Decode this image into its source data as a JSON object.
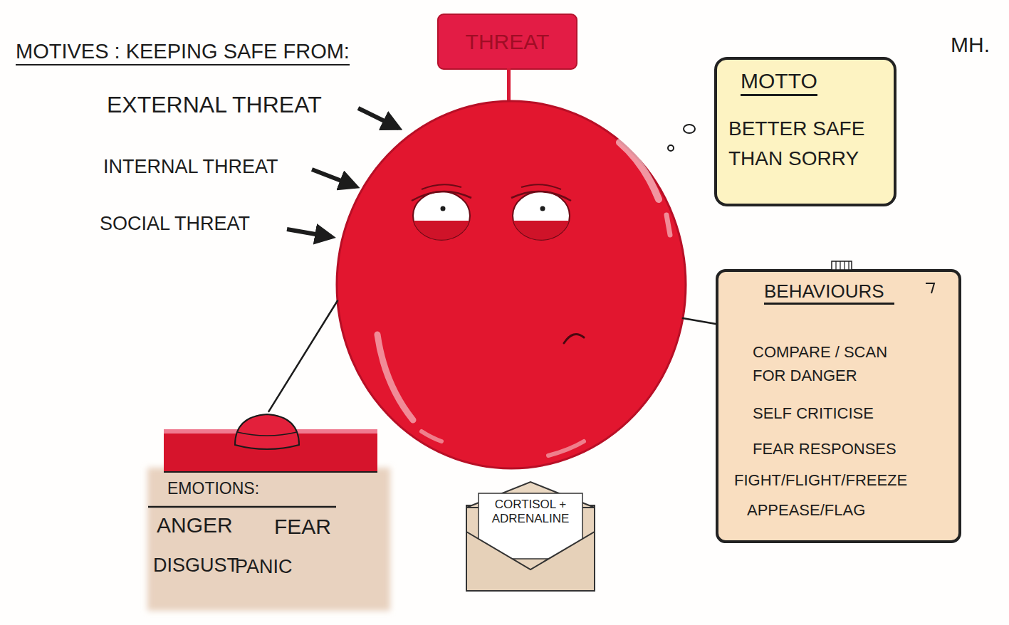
{
  "diagram": {
    "nodes": [
      {
        "text": [
          "THREAT"
        ]
      },
      {
        "text": [
          "MOTTO",
          "BETTER SAFE THAN SORRY"
        ]
      },
      {
        "text": [
          "BEHAVIOURS",
          "COMPARE / SCAN FOR DANGER",
          "SELF CRITICISE",
          "FEAR RESPONSES",
          "FIGHT/FLIGHT/FREEZE",
          "APPEASE/FLAG"
        ]
      },
      {
        "text": [
          "EMOTIONS:",
          "ANGER",
          "FEAR",
          "DISGUST",
          "PANIC"
        ]
      },
      {
        "text": [
          "CORTISOL + ADRENALINE"
        ]
      }
    ],
    "edges": [
      {
        "from": 0,
        "to": 2,
        "arrow": "none"
      },
      {
        "from": 0,
        "to": 3,
        "arrow": "none"
      }
    ],
    "labels": [
      "MOTIVES : KEEPING SAFE FROM:",
      "EXTERNAL THREAT",
      "INTERNAL THREAT",
      "SOCIAL THREAT",
      "MH."
    ]
  }
}
